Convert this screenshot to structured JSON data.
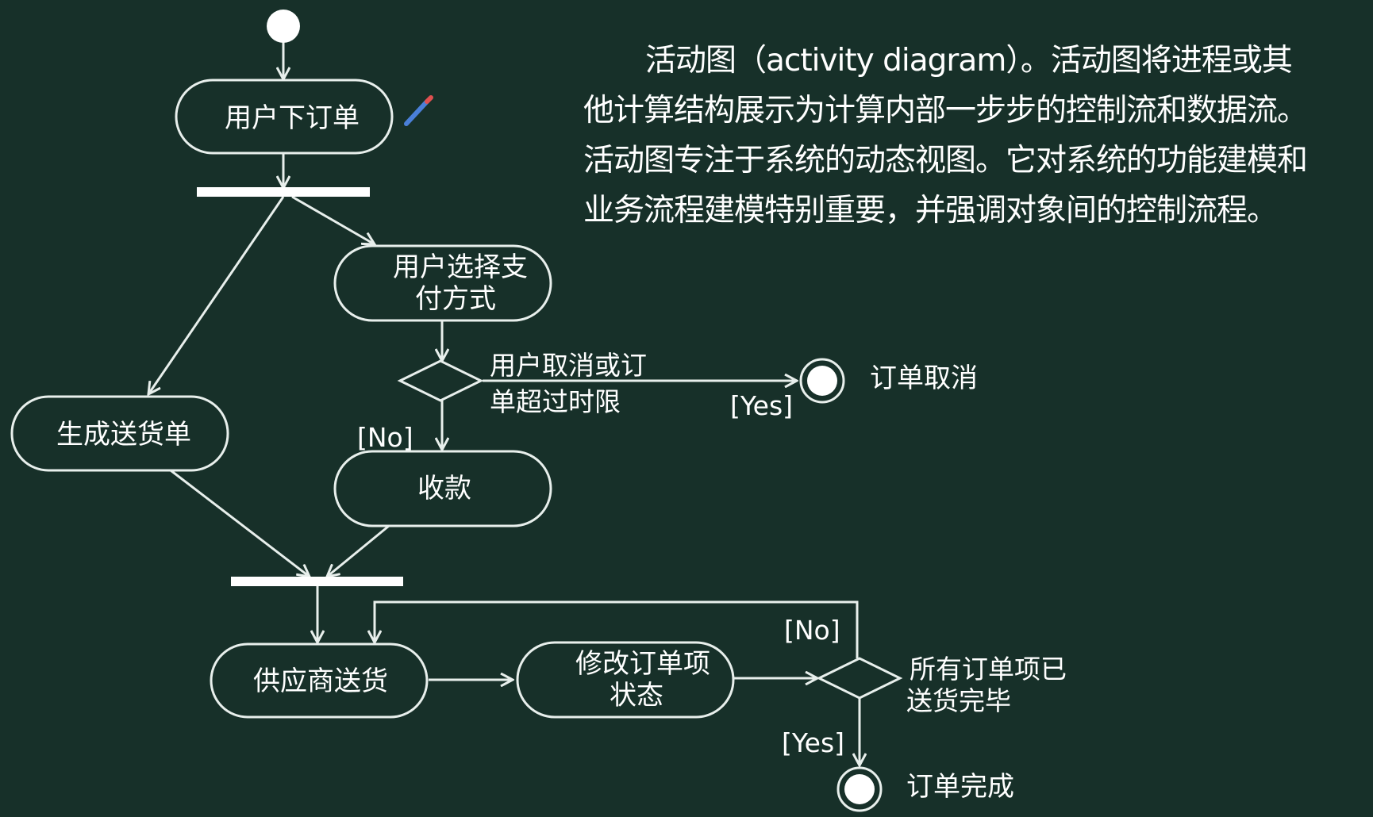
{
  "description": {
    "line1": "活动图（activity diagram）。活动图将进程或其",
    "line2": "他计算结构展示为计算内部一步步的控制流和数据流。",
    "line3": "活动图专注于系统的动态视图。它对系统的功能建模和",
    "line4": "业务流程建模特别重要，并强调对象间的控制流程。"
  },
  "nodes": {
    "place_order": "用户下订单",
    "choose_payment_1": "用户选择支",
    "choose_payment_2": "付方式",
    "gen_delivery": "生成送货单",
    "collect_payment": "收款",
    "supplier_delivery": "供应商送货",
    "update_status_1": "修改订单项",
    "update_status_2": "状态",
    "order_cancel": "订单取消",
    "order_complete": "订单完成"
  },
  "decisions": {
    "cancel_cond_1": "用户取消或订",
    "cancel_cond_2": "单超过时限",
    "delivered_cond_1": "所有订单项已",
    "delivered_cond_2": "送货完毕"
  },
  "guards": {
    "no_1": "[No]",
    "yes_1": "[Yes]",
    "no_2": "[No]",
    "yes_2": "[Yes]"
  },
  "colors": {
    "background": "#173029",
    "line": "#e8efec",
    "pencil": "#4a7fd8"
  }
}
